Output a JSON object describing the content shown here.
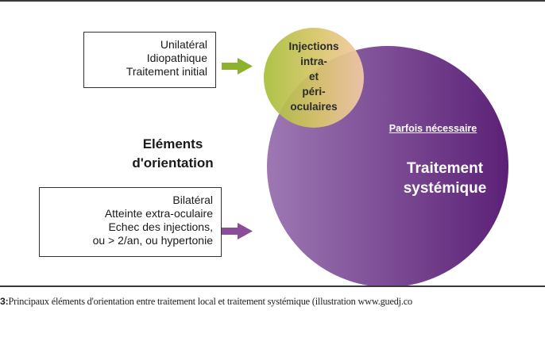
{
  "box_top": {
    "lines": [
      "Unilatéral",
      "Idiopathique",
      "Traitement initial"
    ]
  },
  "box_bottom": {
    "lines": [
      "Bilatéral",
      "Atteinte extra-oculaire",
      "Echec des injections,",
      "ou > 2/an, ou hypertonie"
    ]
  },
  "center_title": {
    "lines": [
      "Eléments",
      "d'orientation"
    ]
  },
  "small_circle": {
    "lines": [
      "Injections",
      "intra-",
      "et",
      "péri-",
      "oculaires"
    ],
    "color_left": "#a6bf3a",
    "color_right": "#f3c9a8"
  },
  "large_circle": {
    "note": "Parfois nécessaire",
    "title_lines": [
      "Traitement",
      "systémique"
    ],
    "color_left": "#9d78b3",
    "color_right": "#5c2177"
  },
  "arrows": {
    "top_color": "#8fb22e",
    "bottom_color": "#8a4d99"
  },
  "caption": {
    "number": "3:",
    "text": "Principaux éléments d'orientation entre traitement local et traitement systémique (illustration www.guedj.co"
  }
}
